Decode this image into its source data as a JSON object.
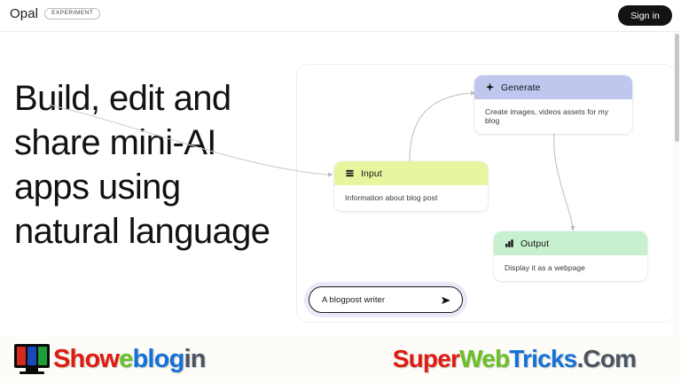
{
  "header": {
    "brand": "Opal",
    "badge": "EXPERIMENT",
    "signin_label": "Sign in"
  },
  "hero": {
    "headline": "Build, edit and share mini-AI apps using natural language"
  },
  "canvas": {
    "nodes": [
      {
        "id": "generate",
        "title": "Generate",
        "description": "Create images, videos assets for my blog",
        "icon": "sparkle-icon",
        "header_color": "#bfc7ef"
      },
      {
        "id": "input",
        "title": "Input",
        "description": "Information about blog post",
        "icon": "list-lines-icon",
        "header_color": "#e8f49e"
      },
      {
        "id": "output",
        "title": "Output",
        "description": "Display it as a webpage",
        "icon": "bar-chart-icon",
        "header_color": "#c7f0ce"
      }
    ],
    "prompt": {
      "value": "A blogpost writer",
      "placeholder": "A blogpost writer",
      "send_icon": "send-arrow-icon"
    }
  },
  "watermarks": {
    "left": {
      "parts": [
        {
          "text": "Show",
          "color": "#e01b10"
        },
        {
          "text": "e",
          "color": "#6cbf28"
        },
        {
          "text": "blog",
          "color": "#1472d8"
        },
        {
          "text": "in",
          "color": "#4a5560"
        }
      ],
      "full_text": "Showeblogin",
      "icon": "monitor-icon"
    },
    "right": {
      "parts": [
        {
          "text": "Super",
          "color": "#e01b10"
        },
        {
          "text": "Web",
          "color": "#6cbf28"
        },
        {
          "text": "Tricks",
          "color": "#1472d8"
        },
        {
          "text": ".Com",
          "color": "#4a5560"
        }
      ],
      "full_text": "SuperWebTricks.Com"
    }
  }
}
